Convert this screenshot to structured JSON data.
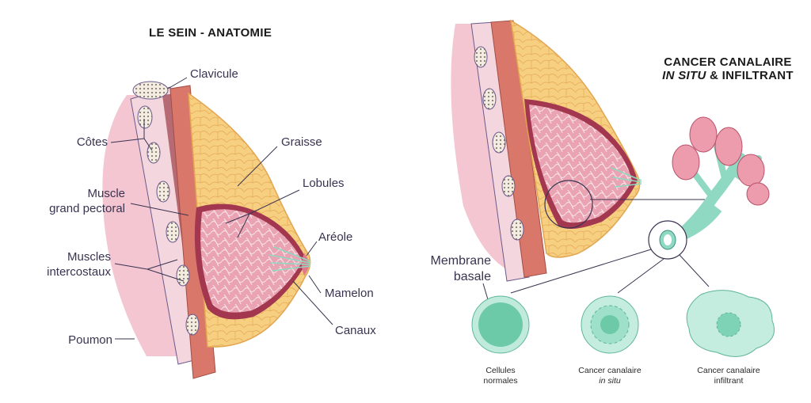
{
  "left": {
    "title": "LE SEIN - ANATOMIE",
    "labels": {
      "clavicule": "Clavicule",
      "cotes": "Côtes",
      "muscle_pectoral_1": "Muscle",
      "muscle_pectoral_2": "grand pectoral",
      "muscles_inter_1": "Muscles",
      "muscles_inter_2": "intercostaux",
      "poumon": "Poumon",
      "graisse": "Graisse",
      "lobules": "Lobules",
      "areole": "Aréole",
      "mamelon": "Mamelon",
      "canaux": "Canaux"
    }
  },
  "right": {
    "title_1": "CANCER CANALAIRE",
    "title_2_italic": "IN SITU",
    "title_2_rest": " & INFILTRANT",
    "membrane_1": "Membrane",
    "membrane_2": "basale",
    "captions": {
      "normal_1": "Cellules",
      "normal_2": "normales",
      "insitu_1": "Cancer canalaire",
      "insitu_2": "in situ",
      "infil_1": "Cancer canalaire",
      "infil_2": "infiltrant"
    }
  },
  "colors": {
    "skin_pink": "#f3c6d2",
    "fat_yellow": "#f6cf80",
    "muscle_red": "#d9786a",
    "lobule_pink": "#e9a8b6",
    "duct_teal": "#8fd8c2",
    "cell_teal": "#7fd0b6",
    "label_text": "#3a3350"
  }
}
